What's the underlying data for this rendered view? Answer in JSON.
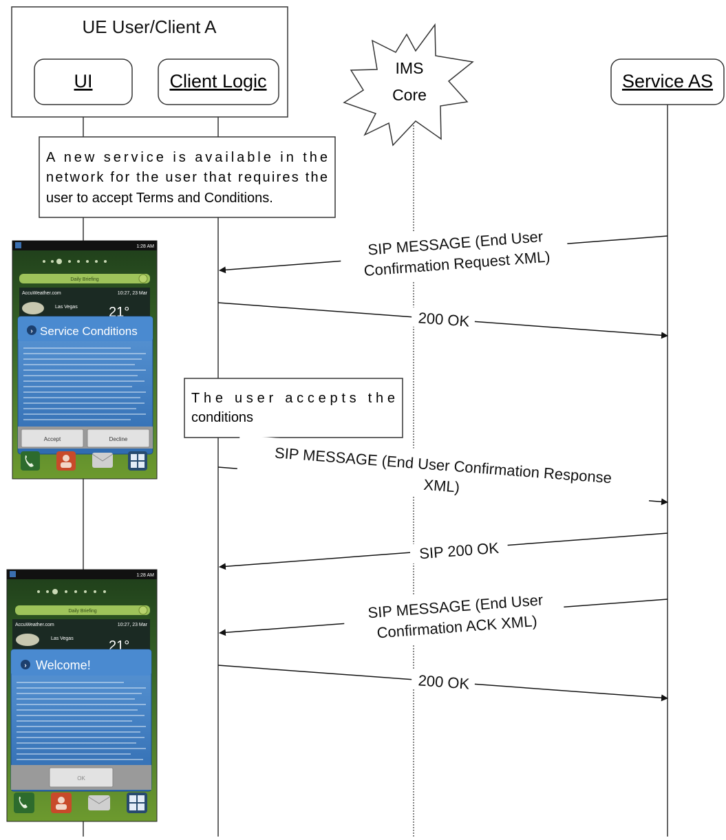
{
  "ue_group": {
    "title": "UE User/Client A"
  },
  "participants": {
    "ui": "UI",
    "client_logic": "Client Logic",
    "ims_core": [
      "IMS",
      "Core"
    ],
    "service_as": "Service AS"
  },
  "notes": {
    "service_available": [
      "A new service is available in the",
      "network for the user that requires the",
      "user to accept Terms and Conditions."
    ],
    "user_accepts": [
      "The user accepts the",
      "conditions"
    ]
  },
  "messages": {
    "m1": [
      "SIP MESSAGE (End User",
      "Confirmation Request XML)"
    ],
    "m2": "200 OK",
    "m3": [
      "SIP MESSAGE (End User Confirmation Response",
      "XML)"
    ],
    "m4": "SIP 200 OK",
    "m5": [
      "SIP MESSAGE (End User",
      "Confirmation ACK XML)"
    ],
    "m6": "200 OK"
  },
  "phone1": {
    "status_time": "1:28 AM",
    "widget_title": "Daily Briefing",
    "weather_source": "AccuWeather.com",
    "weather_date": "10:27, 23 Mar",
    "city": "Las Vegas",
    "temperature": "21°",
    "dialog_title": "Service Conditions",
    "accept_label": "Accept",
    "decline_label": "Decline"
  },
  "phone2": {
    "status_time": "1:28 AM",
    "widget_title": "Daily Briefing",
    "weather_source": "AccuWeather.com",
    "weather_date": "10:27, 23 Mar",
    "city": "Las Vegas",
    "temperature": "21°",
    "dialog_title": "Welcome!",
    "ok_label": "OK"
  },
  "colors": {
    "phone_screen": "#2f5a2c",
    "dialog_blue": "#3d7ebf",
    "dialog_title_blue": "#4a8ad0",
    "lifeline": "#333333"
  }
}
